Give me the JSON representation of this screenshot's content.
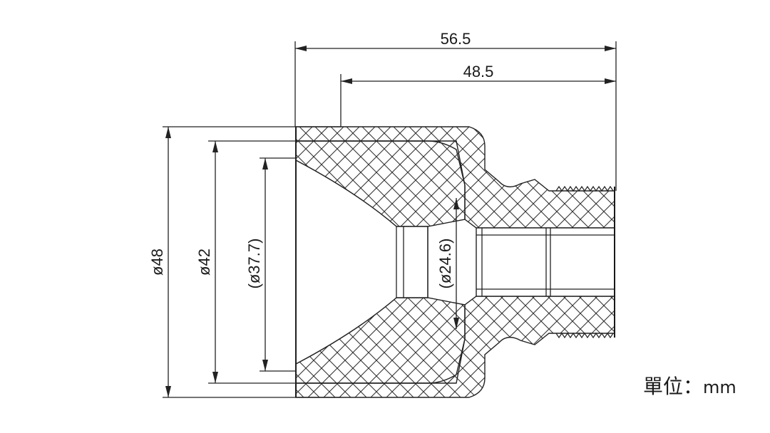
{
  "dimensions": {
    "overall_length": "56.5",
    "body_length": "48.5",
    "outer_diameter": "ø48",
    "inner_diameter": "ø42",
    "cone_diameter": "(ø37.7)",
    "throat_diameter": "(ø24.6)"
  },
  "unit_note": {
    "label": "單位：",
    "unit": "mm"
  },
  "colors": {
    "line": "#222222",
    "section_fill": "#f4f4f4",
    "hatch": "#333333"
  }
}
